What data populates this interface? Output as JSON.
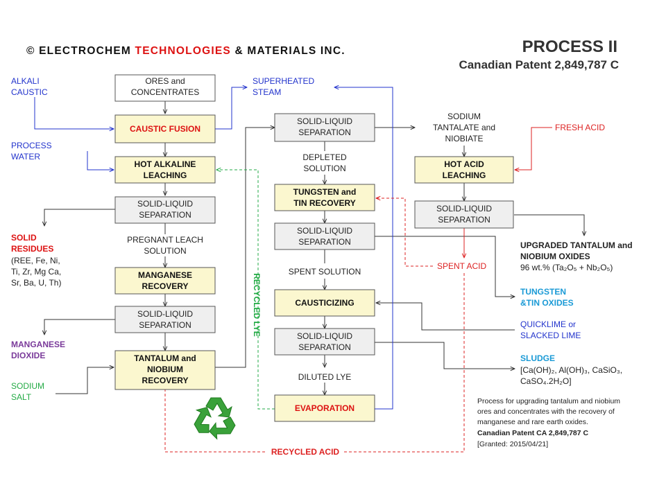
{
  "header": {
    "company_prefix": "© ELECTROCHEM ",
    "company_mid": "TECHNOLOGIES",
    "company_suffix": " & MATERIALS INC.",
    "process_title": "PROCESS II",
    "patent_title": "Canadian Patent 2,849,787 C"
  },
  "colors": {
    "accent_red": "#dd1111",
    "input_blue": "#2233cc",
    "green": "#22aa44",
    "purple": "#7a3a9a",
    "cyan": "#1a9ad6",
    "box_yellow": "#fbf7cf",
    "box_grey": "#efefef"
  },
  "inputs": {
    "alkali_caustic": [
      "ALKALI",
      "CAUSTIC"
    ],
    "process_water": [
      "PROCESS",
      "WATER"
    ],
    "superheated_steam": [
      "SUPERHEATED",
      "STEAM"
    ],
    "sodium_salt": [
      "SODIUM",
      "SALT"
    ],
    "fresh_acid": "FRESH ACID",
    "quicklime": [
      "QUICKLIME  or",
      "SLACKED LIME"
    ]
  },
  "boxes": {
    "ores": [
      "ORES and",
      "CONCENTRATES"
    ],
    "caustic_fusion": "CAUSTIC FUSION",
    "hot_alkaline": [
      "HOT ALKALINE",
      "LEACHING"
    ],
    "sls1": [
      "SOLID-LIQUID",
      "SEPARATION"
    ],
    "manganese_recovery": [
      "MANGANESE",
      "RECOVERY"
    ],
    "sls2": [
      "SOLID-LIQUID",
      "SEPARATION"
    ],
    "ta_nb_recovery": [
      "TANTALUM  and",
      "NIOBIUM",
      "RECOVERY"
    ],
    "sls3": [
      "SOLID-LIQUID",
      "SEPARATION"
    ],
    "tungsten_tin": [
      "TUNGSTEN  and",
      "TIN RECOVERY"
    ],
    "sls4": [
      "SOLID-LIQUID",
      "SEPARATION"
    ],
    "causticizing": "CAUSTICIZING",
    "sls5": [
      "SOLID-LIQUID",
      "SEPARATION"
    ],
    "evaporation": "EVAPORATION",
    "hot_acid": [
      "HOT ACID",
      "LEACHING"
    ],
    "sls6": [
      "SOLID-LIQUID",
      "SEPARATION"
    ]
  },
  "labels": {
    "pregnant": [
      "PREGNANT  LEACH",
      "SOLUTION"
    ],
    "depleted": [
      "DEPLETED",
      "SOLUTION"
    ],
    "spent_solution": "SPENT SOLUTION",
    "diluted_lye": "DILUTED  LYE",
    "sodium_tantalate": [
      "SODIUM",
      "TANTALATE  and",
      "NIOBIATE"
    ],
    "recycled_lye": "RECYCLED LYE",
    "recycled_acid": "RECYCLED  ACID",
    "spent_acid": "SPENT ACID"
  },
  "outputs": {
    "solid_residues_title": [
      "SOLID",
      "RESIDUES"
    ],
    "solid_residues_detail": [
      "(REE, Fe, Ni,",
      "Ti, Zr, Mg Ca,",
      "Sr, Ba, U, Th)"
    ],
    "manganese_dioxide": [
      "MANGANESE",
      "DIOXIDE"
    ],
    "upgraded_title": [
      "UPGRADED  TANTALUM  and",
      "NIOBIUM  OXIDES"
    ],
    "upgraded_detail": "96 wt.% (Ta₂O₅ + Nb₂O₅)",
    "tungsten_oxides": [
      "TUNGSTEN",
      "&TIN OXIDES"
    ],
    "sludge_title": "SLUDGE",
    "sludge_detail": [
      "[Ca(OH)₂,  Al(OH)₃,  CaSiO₃,",
      "CaSO₄.2H₂O]"
    ]
  },
  "note": {
    "lines": [
      "Process for upgrading tantalum and niobium",
      "ores and  concentrates with the recovery of",
      "manganese and rare earth oxides."
    ],
    "patent": "Canadian  Patent CA 2,849,787 C",
    "granted": "[Granted: 2015/04/21]"
  },
  "icons": {
    "recycle": "recycle-icon"
  }
}
